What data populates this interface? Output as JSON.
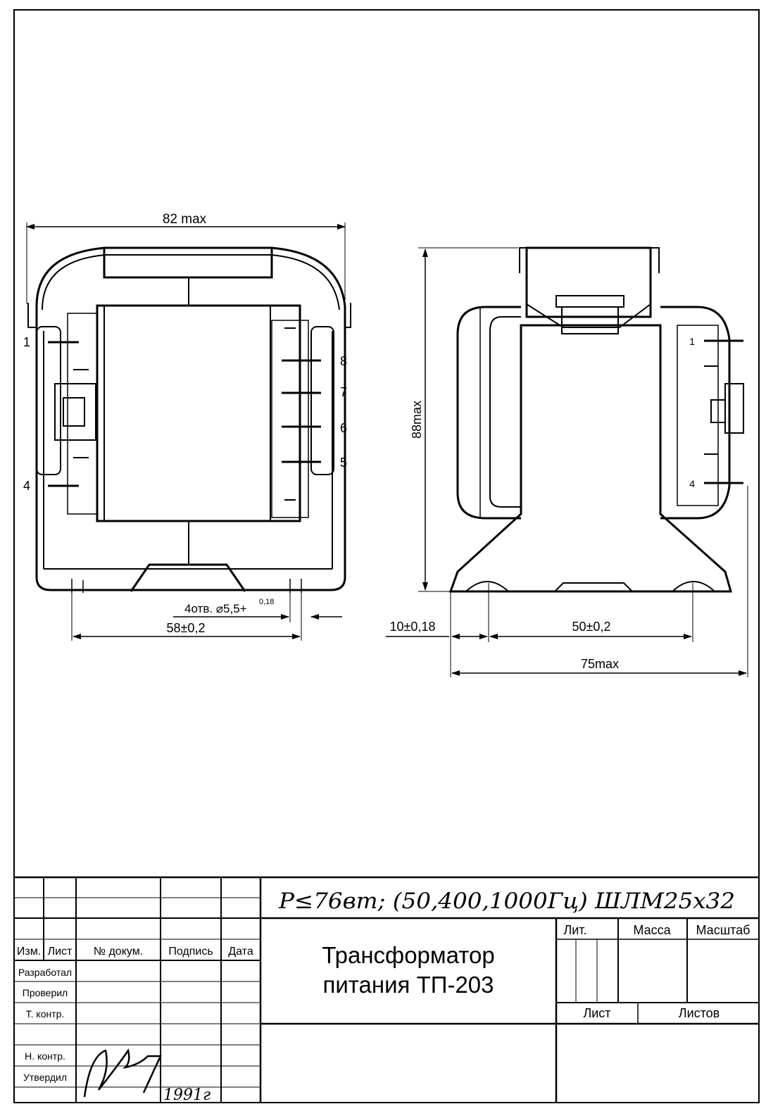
{
  "left_view": {
    "dim_width": "82 max",
    "pins_left": [
      "1",
      "4"
    ],
    "pins_right": [
      "8",
      "7",
      "6",
      "5"
    ],
    "holes_note_main": "4отв. ⌀5,5+",
    "holes_note_tol": "0,18",
    "dim_mount": "58±0,2"
  },
  "right_view": {
    "dim_height": "88max",
    "pins": [
      "1",
      "4"
    ],
    "dim_edge": "10±0,18",
    "dim_mount": "50±0,2",
    "dim_length": "75max"
  },
  "title_block": {
    "handwritten_spec": "P≤76вт; (50,400,1000Гц) ШЛМ25х32",
    "col_headers": [
      "Изм.",
      "Лист",
      "№ докум.",
      "Подпись",
      "Дата"
    ],
    "row_labels": [
      "Разработал",
      "Проверил",
      "Т. контр.",
      "",
      "Н. контр.",
      "Утвердил"
    ],
    "title_line1": "Трансформатор",
    "title_line2": "питания ТП-203",
    "lit_label": "Лит.",
    "mass_label": "Масса",
    "scale_label": "Масштаб",
    "sheet_label": "Лист",
    "sheets_label": "Листов",
    "signature": "signature",
    "year_handwritten": "1991г"
  }
}
